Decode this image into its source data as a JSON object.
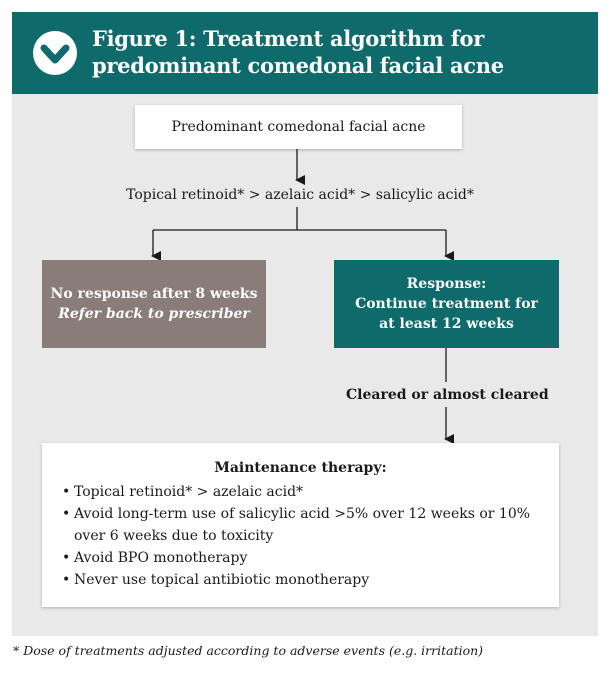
{
  "colors": {
    "teal": "#0f6b6b",
    "taupe": "#8a7c78",
    "panel_bg": "#e9e9e9"
  },
  "header": {
    "title": "Figure 1: Treatment algorithm for predominant comedonal facial acne",
    "icon": "chevron-down-circle-icon"
  },
  "flow": {
    "start": "Predominant comedonal facial acne",
    "first_line": "Topical retinoid* > azelaic acid* > salicylic acid*",
    "no_response": {
      "title": "No response after 8 weeks",
      "action": "Refer back to prescriber"
    },
    "response": {
      "title": "Response:",
      "line1": "Continue treatment for",
      "line2": "at least 12 weeks"
    },
    "cleared": "Cleared or almost cleared",
    "maintenance": {
      "title": "Maintenance therapy:",
      "items": [
        "Topical retinoid* > azelaic acid*",
        "Avoid long-term use of salicylic acid >5% over 12 weeks or 10% over 6 weeks due to toxicity",
        "Avoid BPO monotherapy",
        "Never use topical antibiotic monotherapy"
      ]
    }
  },
  "footnote": "* Dose of treatments adjusted according to adverse events (e.g. irritation)"
}
